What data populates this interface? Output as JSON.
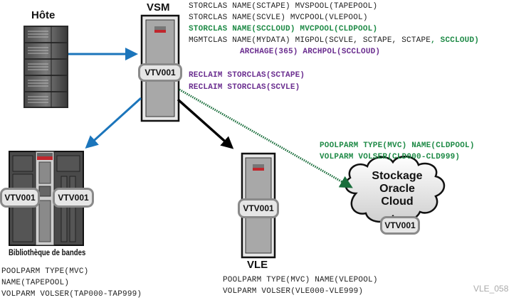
{
  "nodes": {
    "host": {
      "label": "Hôte"
    },
    "vsm": {
      "label": "VSM",
      "vtv": "VTV001"
    },
    "library": {
      "label": "Bibliothèque de bandes",
      "vtv_left": "VTV001",
      "vtv_right": "VTV001"
    },
    "vle": {
      "label": "VLE",
      "vtv": "VTV001"
    },
    "cloud": {
      "label_line1": "Stockage",
      "label_line2": "Oracle Cloud",
      "vtv": "VTV001"
    }
  },
  "vsm_commands": {
    "line1": "STORCLAS NAME(SCTAPE) MVSPOOL(TAPEPOOL)",
    "line2": "STORCLAS NAME(SCVLE) MVCPOOL(VLEPOOL)",
    "line3": "STORCLAS NAME(SCCLOUD) MVCPOOL(CLDPOOL)",
    "line4_main": "MGMTCLAS NAME(MYDATA) MIGPOL(SCVLE, SCTAPE, SCTAPE",
    "line4_green": ", SCCLOUD)",
    "line5": "ARCHAGE(365) ARCHPOL(SCCLOUD)",
    "reclaim1": "RECLAIM STORCLAS(SCTAPE)",
    "reclaim2": "RECLAIM STORCLAS(SCVLE)"
  },
  "cloud_commands": {
    "line1": "POOLPARM TYPE(MVC) NAME(CLDPOOL)",
    "line2": "VOLPARM VOLSER(CLD000-CLD999)"
  },
  "vle_commands": {
    "line1": "POOLPARM TYPE(MVC) NAME(VLEPOOL)",
    "line2": "VOLPARM VOLSER(VLE000-VLE999)"
  },
  "library_commands": {
    "line1": "POOLPARM TYPE(MVC)",
    "line2": "NAME(TAPEPOOL)",
    "line3": "VOLPARM VOLSER(TAP000-TAP999)"
  },
  "figure_id": "VLE_058",
  "colors": {
    "blue_arrow": "#1b75bb",
    "green_text": "#1e8a46",
    "purple_text": "#6a2d8f",
    "dotted_green": "#1a6e3c"
  }
}
